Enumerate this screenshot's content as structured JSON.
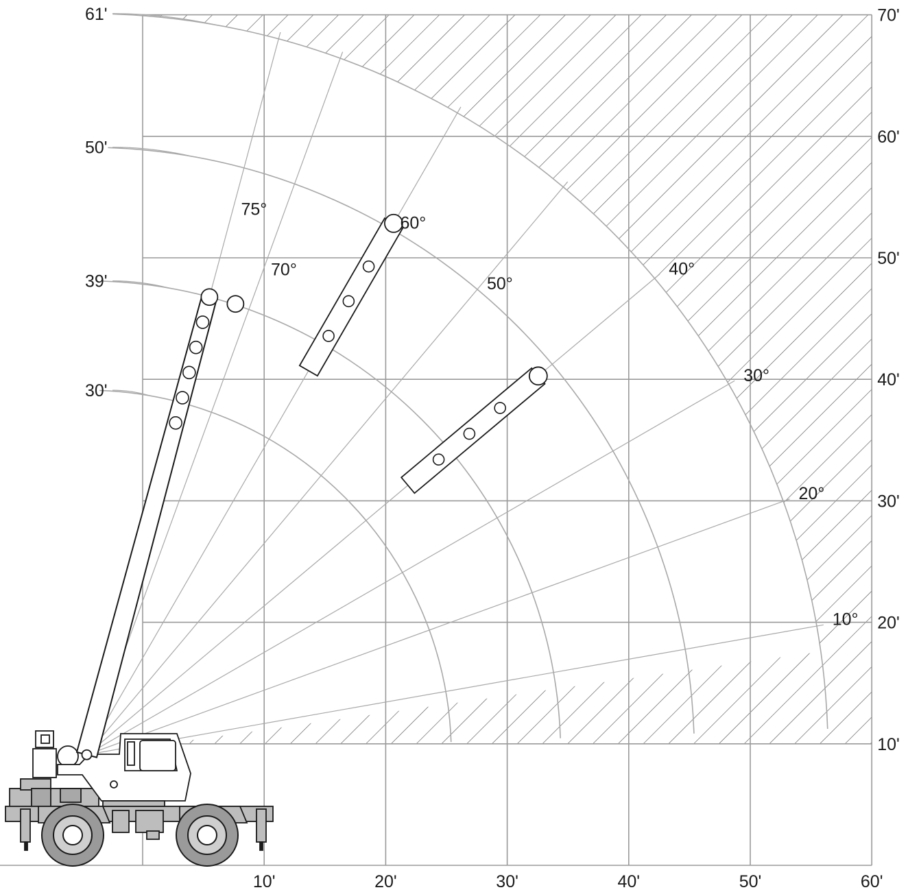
{
  "chart_data": {
    "type": "diagram",
    "title": "",
    "x_ticks": [
      "10'",
      "20'",
      "30'",
      "40'",
      "50'",
      "60'"
    ],
    "y_ticks_right": [
      "10'",
      "20'",
      "30'",
      "40'",
      "50'",
      "60'",
      "70'"
    ],
    "boom_lengths": [
      {
        "label": "30'",
        "length_ft": 30
      },
      {
        "label": "39'",
        "length_ft": 39
      },
      {
        "label": "50'",
        "length_ft": 50
      },
      {
        "label": "61'",
        "length_ft": 61
      }
    ],
    "boom_angles": [
      {
        "label": "10°",
        "deg": 10
      },
      {
        "label": "20°",
        "deg": 20
      },
      {
        "label": "30°",
        "deg": 30
      },
      {
        "label": "40°",
        "deg": 40
      },
      {
        "label": "50°",
        "deg": 50
      },
      {
        "label": "60°",
        "deg": 60
      },
      {
        "label": "70°",
        "deg": 70
      },
      {
        "label": "75°",
        "deg": 75
      }
    ],
    "boom_pivot_ft": {
      "x": -4.6,
      "y": 9.1
    },
    "x_range_ft": [
      -11.7,
      60
    ],
    "y_range_ft": [
      0,
      70
    ],
    "hatched_region": "outside working range (top-right)",
    "colors": {
      "grid": "#9a9a9a",
      "arc": "#a8a8a8",
      "hatch": "#5a5a5a",
      "crane": "#bdbdbd",
      "ink": "#1a1a1a"
    }
  }
}
